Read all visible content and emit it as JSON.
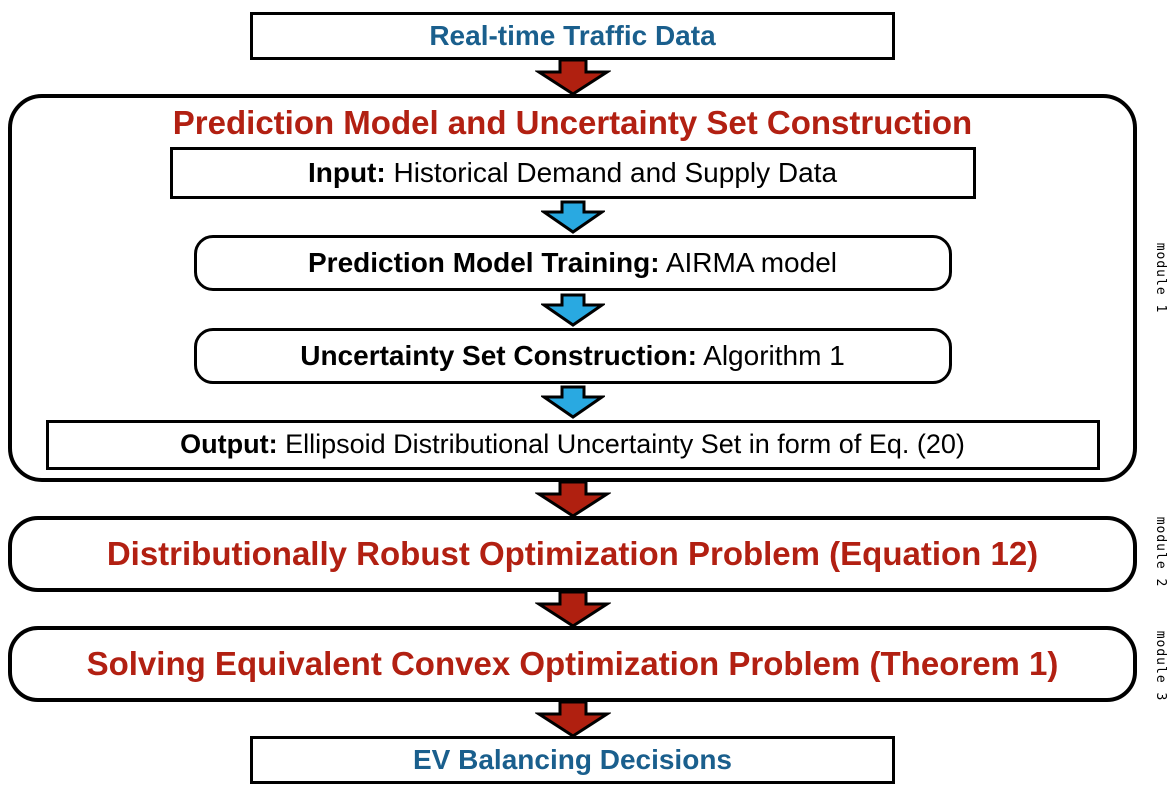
{
  "colors": {
    "red_text": "#B22012",
    "blue_heading": "#1A5F8D",
    "arrow_red": "#B02010",
    "arrow_blue": "#29A9E1",
    "border": "#000000",
    "background": "#FFFFFF"
  },
  "top_box": {
    "label": "Real-time Traffic Data"
  },
  "module1": {
    "label": "module 1",
    "title": "Prediction Model and Uncertainty Set Construction",
    "steps": [
      {
        "bold": "Input:",
        "text": " Historical Demand and Supply Data"
      },
      {
        "bold": "Prediction Model Training:",
        "text": " AIRMA model"
      },
      {
        "bold": "Uncertainty Set Construction:",
        "text": " Algorithm 1"
      },
      {
        "bold": "Output:",
        "text": " Ellipsoid Distributional Uncertainty Set in form of Eq. (20)"
      }
    ]
  },
  "module2": {
    "label": "module 2",
    "title": "Distributionally Robust Optimization Problem (Equation 12)"
  },
  "module3": {
    "label": "module 3",
    "title": "Solving Equivalent Convex Optimization Problem (Theorem 1)"
  },
  "bottom_box": {
    "label": "EV Balancing Decisions"
  }
}
